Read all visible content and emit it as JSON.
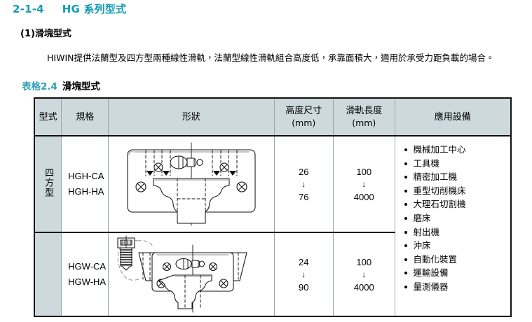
{
  "heading": {
    "number": "2-1-4",
    "title": "HG 系列型式",
    "color": "#139cb5"
  },
  "subheading": "(1)滑塊型式",
  "paragraph": "HIWIN提供法蘭型及四方型兩種線性滑軌，法蘭型線性滑軌組合高度低，承靠面積大，適用於承受力距負載的場合。",
  "table_caption": {
    "number": "表格2.4",
    "text": "滑塊型式",
    "number_color": "#2e9fb8"
  },
  "table": {
    "header_bg": "#ced9dd",
    "columns": [
      {
        "label": "型式",
        "unit": ""
      },
      {
        "label": "規格",
        "unit": ""
      },
      {
        "label": "形狀",
        "unit": ""
      },
      {
        "label": "高度尺寸",
        "unit": "(mm)"
      },
      {
        "label": "滑軌長度",
        "unit": "(mm)"
      },
      {
        "label": "應用設備",
        "unit": ""
      }
    ],
    "rows": [
      {
        "type": "四方型",
        "models": [
          "HGH-CA",
          "HGH-HA"
        ],
        "shape": "square-type-block-drawing",
        "height_from": "26",
        "height_arrow": "↓",
        "height_to": "76",
        "length_from": "100",
        "length_arrow": "↓",
        "length_to": "4000"
      },
      {
        "type": "",
        "models": [
          "HGW-CA",
          "HGW-HA"
        ],
        "shape": "flange-type-block-drawing",
        "height_from": "24",
        "height_arrow": "↓",
        "height_to": "90",
        "length_from": "100",
        "length_arrow": "↓",
        "length_to": "4000"
      }
    ],
    "applications": [
      "機械加工中心",
      "工具機",
      "精密加工機",
      "重型切削機床",
      "大理石切割機",
      "磨床",
      "射出機",
      "沖床",
      "自動化裝置",
      "運輸設備",
      "量測儀器"
    ]
  }
}
